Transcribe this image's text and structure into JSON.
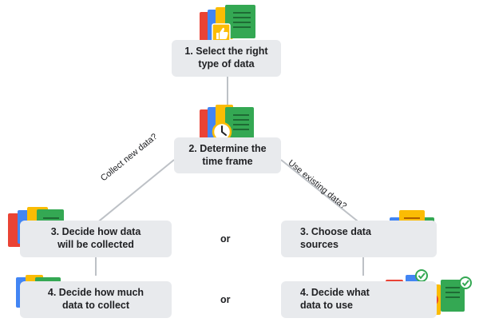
{
  "steps": {
    "step1": "1. Select the right\ntype of data",
    "step2": "2. Determine the\ntime frame",
    "step3_collect": "3. Decide how data\nwill be collected",
    "step4_collect": "4. Decide how much\ndata to collect",
    "step3_existing": "3. Choose data\nsources",
    "step4_existing": "4. Decide what\ndata to use"
  },
  "branches": {
    "left": "Collect new data?",
    "right": "Use existing data?"
  },
  "connector": "or",
  "badge_number": "3",
  "icons": [
    "thumbs-up-icon",
    "clock-icon",
    "documents-icon",
    "number-badge-icon",
    "cursor-icon",
    "checkmark-icon",
    "x-mark-icon"
  ],
  "colors": {
    "red": "#ea4335",
    "blue": "#4285f4",
    "yellow": "#fbbc04",
    "green": "#34a853",
    "box": "#e8eaed",
    "line": "#bdc1c6"
  }
}
